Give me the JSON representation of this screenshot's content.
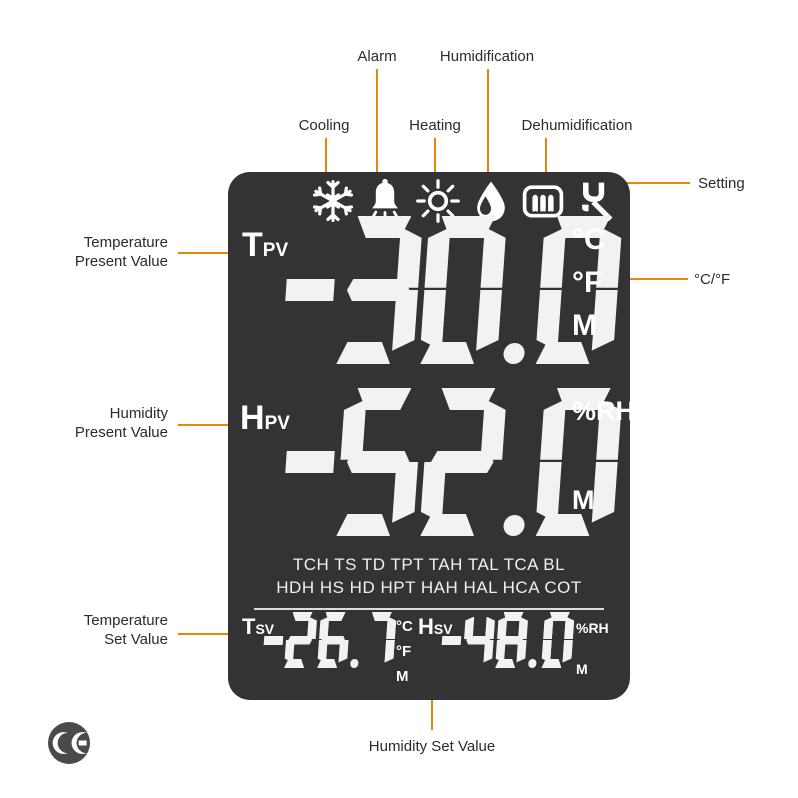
{
  "callouts": {
    "cooling": "Cooling",
    "alarm": "Alarm",
    "heating": "Heating",
    "humidification": "Humidification",
    "dehumidification": "Dehumidification",
    "setting": "Setting",
    "temp_unit": "°C/°F",
    "temp_present_value": "Temperature\nPresent Value",
    "humidity_present_value": "Humidity\nPresent Value",
    "temp_set_value": "Temperature\nSet Value",
    "humidity_set_value": "Humidity Set Value"
  },
  "icons": [
    {
      "name": "snowflake-icon",
      "meaning": "Cooling"
    },
    {
      "name": "bell-alarm-icon",
      "meaning": "Alarm"
    },
    {
      "name": "sun-heating-icon",
      "meaning": "Heating"
    },
    {
      "name": "water-drop-icon",
      "meaning": "Humidification"
    },
    {
      "name": "dehumidifier-icon",
      "meaning": "Dehumidification"
    },
    {
      "name": "wrench-setting-icon",
      "meaning": "Setting"
    }
  ],
  "lcd": {
    "temperature_pv": {
      "tag_main": "T",
      "tag_sub": "PV",
      "value": "-30.0",
      "digits": [
        "-",
        "3",
        "0",
        ".",
        "0"
      ],
      "units": [
        "°C",
        "°F",
        "M"
      ]
    },
    "humidity_pv": {
      "tag_main": "H",
      "tag_sub": "PV",
      "value": "-52.0",
      "digits": [
        "-",
        "5",
        "2",
        ".",
        "0"
      ],
      "units": [
        "%RH",
        "M"
      ]
    },
    "mnemonics_row1": "TCH  TS  TD TPT  TAH  TAL  TCA  BL",
    "mnemonics_row2": "HDH HS HD HPT HAH HAL HCA COT",
    "temperature_sv": {
      "tag_main": "T",
      "tag_sub": "SV",
      "value": "-26.7",
      "digits": [
        "-",
        "2",
        "6",
        ".",
        "7"
      ],
      "units": [
        "°C",
        "°F",
        "M"
      ]
    },
    "humidity_sv": {
      "tag_main": "H",
      "tag_sub": "SV",
      "value": "-48.0",
      "digits": [
        "-",
        "4",
        "8",
        ".",
        "0"
      ],
      "units": [
        "%RH",
        "M"
      ]
    }
  },
  "certification": {
    "mark": "CE"
  },
  "colors": {
    "accent": "#ef8b15",
    "lcd_background": "#333333",
    "segment_on": "#f2f2f2",
    "label_text": "#2b2b2b",
    "ce_circle": "#4a4a4a"
  }
}
